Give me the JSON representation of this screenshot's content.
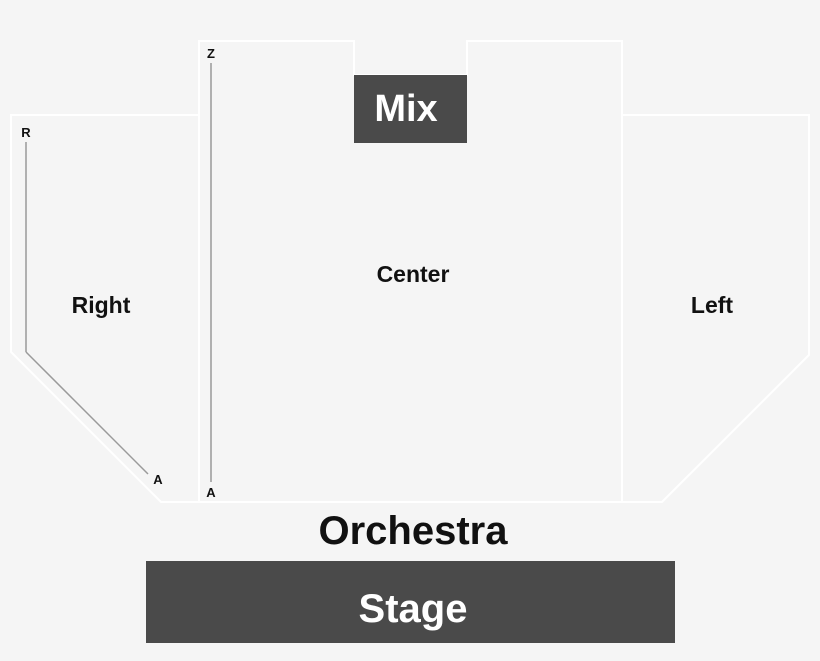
{
  "sections": {
    "right": {
      "label": "Right",
      "row_first": "A",
      "row_last": "R"
    },
    "center": {
      "label": "Center",
      "row_first": "A",
      "row_last": "Z"
    },
    "left": {
      "label": "Left"
    }
  },
  "mix": {
    "label": "Mix"
  },
  "orchestra": {
    "label": "Orchestra"
  },
  "stage": {
    "label": "Stage"
  },
  "colors": {
    "background": "#f5f5f5",
    "section_fill": "#f5f5f5",
    "section_border": "#ffffff",
    "dark_block": "#4a4a4a",
    "text_dark": "#111111",
    "text_light": "#ffffff",
    "row_line": "#9a9a9a"
  }
}
